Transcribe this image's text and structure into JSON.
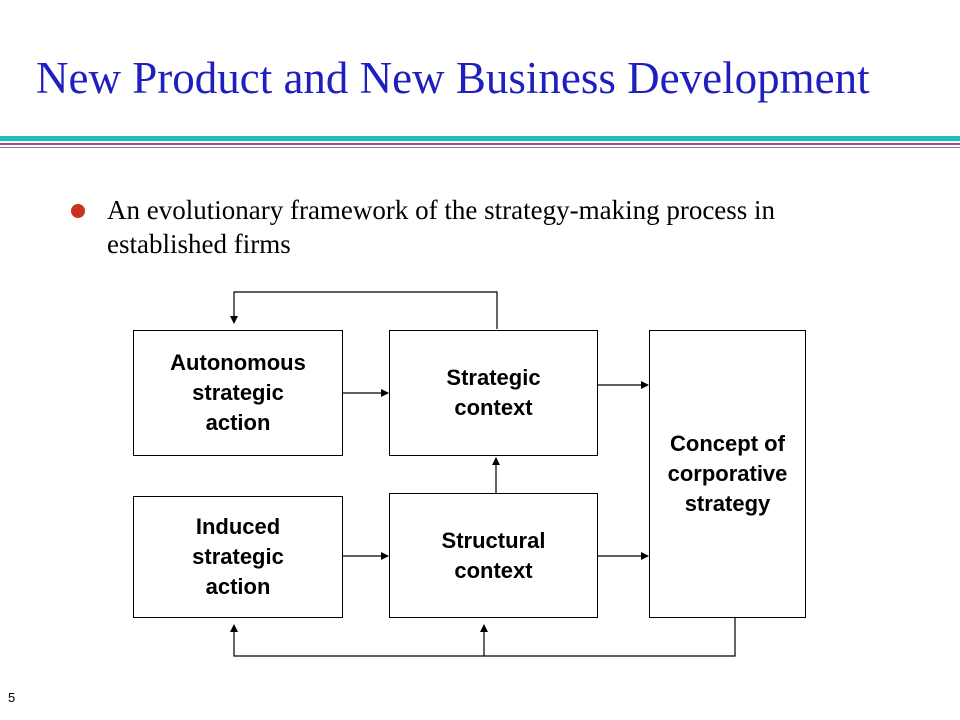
{
  "slide": {
    "title": "New Product and New Business Development",
    "bullet": "An evolutionary framework of the strategy-making process in established firms",
    "number": "5"
  },
  "diagram": {
    "boxes": {
      "autonomous": "Autonomous\nstrategic\naction",
      "strategic_context": "Strategic\ncontext",
      "concept": "Concept of\ncorporative\nstrategy",
      "induced": "Induced\nstrategic\naction",
      "structural_context": "Structural\ncontext"
    }
  },
  "colors": {
    "title": "#1f1fbf",
    "bullet": "#c8321e",
    "rule_teal": "#20c0b8",
    "rule_purple": "#9b4a90"
  }
}
